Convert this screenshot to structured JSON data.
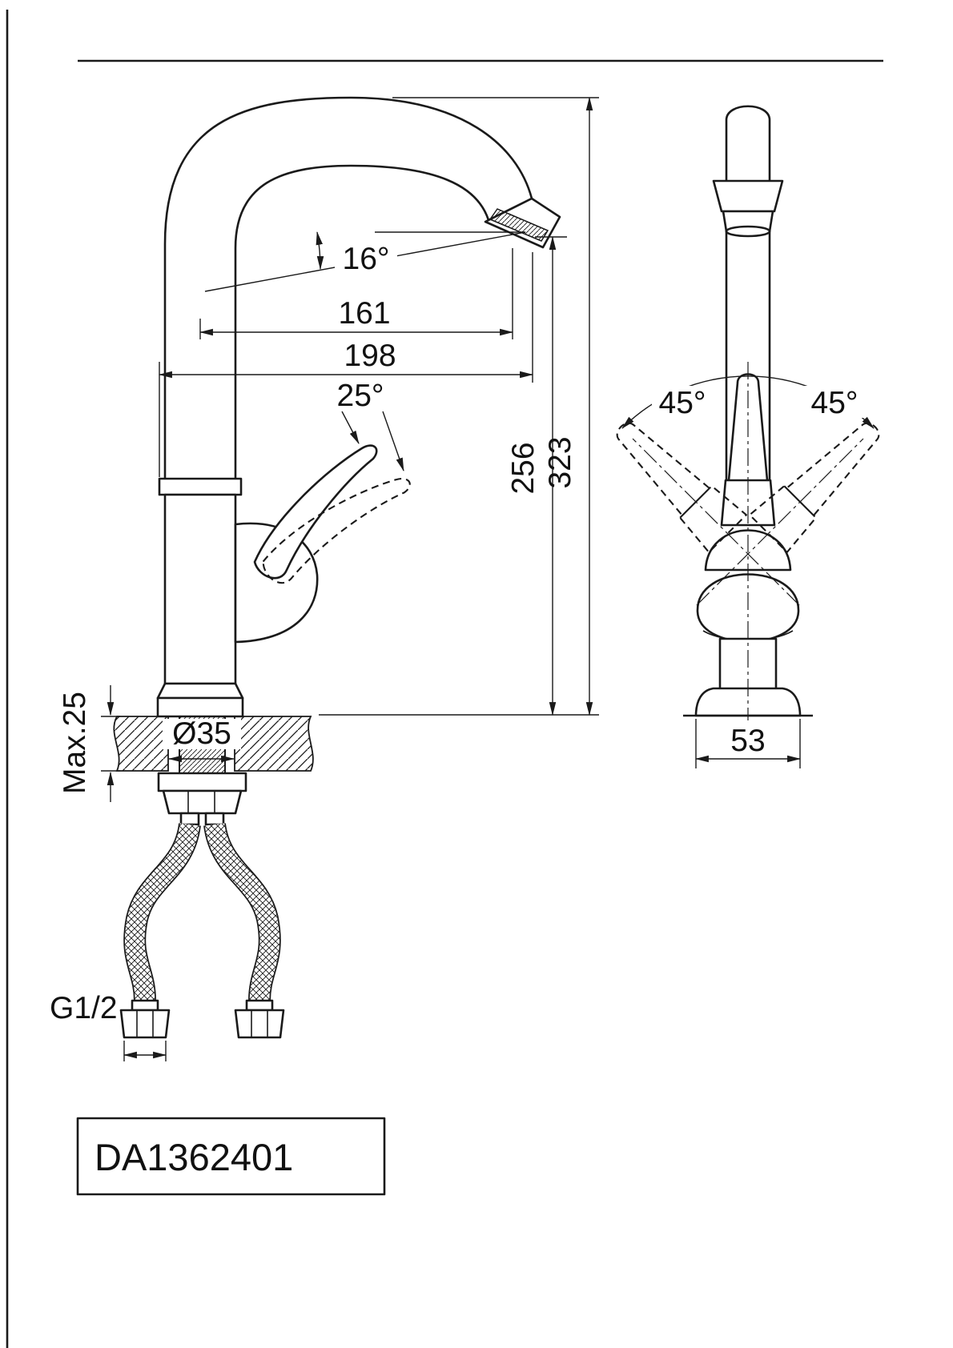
{
  "sheet": {
    "part_number": "DA1362401"
  },
  "side_view": {
    "spout_angle": "16°",
    "spout_reach": "161",
    "overall_reach": "198",
    "lever_angle": "25°",
    "spout_height": "256",
    "overall_height": "323",
    "max_deck_thickness": "Max.25",
    "mounting_hole_diameter": "Ø35",
    "connection_thread": "G1/2"
  },
  "front_view": {
    "handle_swing_left": "45°",
    "handle_swing_right": "45°",
    "base_width": "53"
  }
}
